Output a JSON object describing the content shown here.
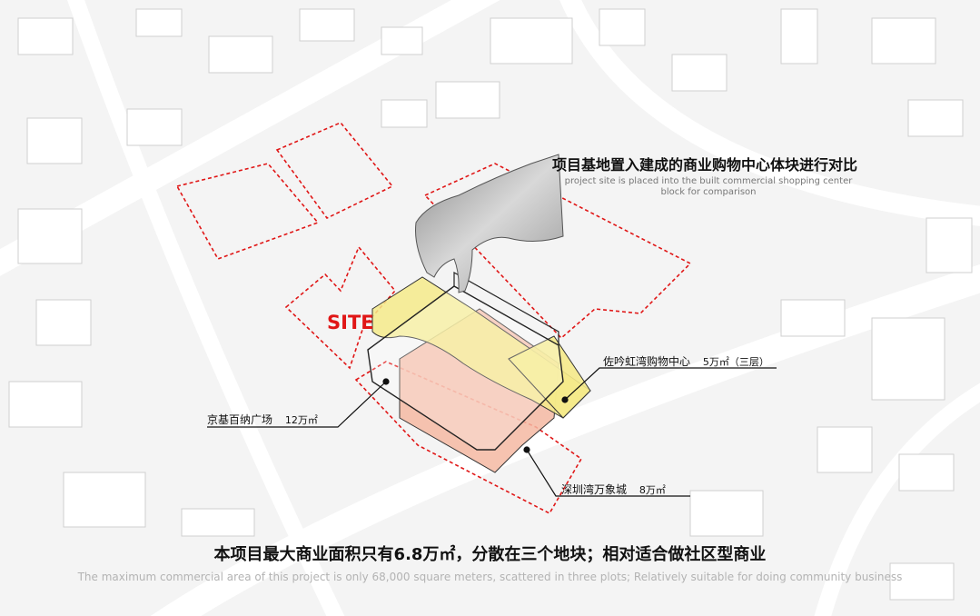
{
  "colors": {
    "background": "#f4f4f4",
    "site_boundary": "#e01616",
    "site_label": "#e01616",
    "yellow_block": "#f5ea8a",
    "peach_block": "#f4b9a2",
    "leader_line": "#111111"
  },
  "annotation": {
    "title_cn": "项目基地置入建成的商业购物中心体块进行对比",
    "title_en": "project site is placed into the built commercial shopping center block for comparison"
  },
  "site_label": "SITE",
  "labels": {
    "zuoling": {
      "name": "佐吟虹湾购物中心",
      "area": "5万㎡（三层）"
    },
    "jingji": {
      "name": "京基百纳广场",
      "area": "12万㎡"
    },
    "shenzhen": {
      "name": "深圳湾万象城",
      "area": "8万㎡"
    }
  },
  "summary": {
    "cn": "本项目最大商业面积只有6.8万㎡，分散在三个地块；相对适合做社区型商业",
    "en": "The maximum commercial area of this project is only 68,000 square meters, scattered in three plots; Relatively suitable for doing community business"
  },
  "icons": [
    "hand-illustration"
  ]
}
